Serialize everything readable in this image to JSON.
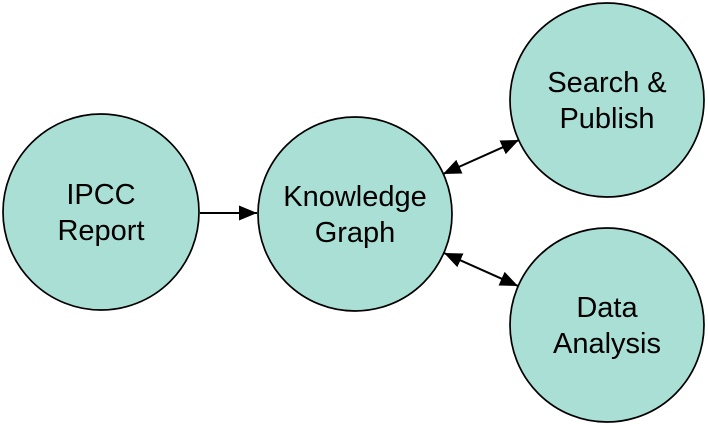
{
  "diagram": {
    "background_color": "#ffffff",
    "node_fill_color": "#aadfd5",
    "node_stroke_color": "#000000",
    "arrow_color": "#000000",
    "text_color": "#000000",
    "nodes": [
      {
        "id": "ipcc-report",
        "line1": "IPCC",
        "line2": "Report"
      },
      {
        "id": "knowledge-graph",
        "line1": "Knowledge",
        "line2": "Graph"
      },
      {
        "id": "search-publish",
        "line1": "Search &",
        "line2": "Publish"
      },
      {
        "id": "data-analysis",
        "line1": "Data",
        "line2": "Analysis"
      }
    ],
    "edges": [
      {
        "from": "IPCC Report",
        "to": "Knowledge Graph",
        "type": "one-way"
      },
      {
        "from": "Knowledge Graph",
        "to": "Search & Publish",
        "type": "two-way"
      },
      {
        "from": "Knowledge Graph",
        "to": "Data Analysis",
        "type": "two-way"
      }
    ]
  }
}
